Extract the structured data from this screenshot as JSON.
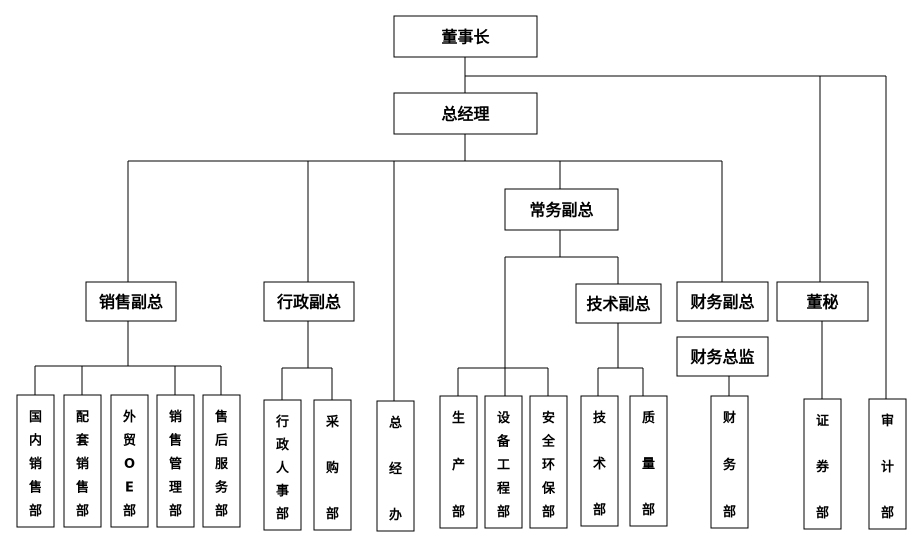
{
  "org_chart": {
    "nodes": {
      "chairman": "董事长",
      "gm": "总经理",
      "exec_vp": "常务副总",
      "sales_vp": "销售副总",
      "admin_vp": "行政副总",
      "tech_vp": "技术副总",
      "finance_vp": "财务副总",
      "board_secretary": "董秘",
      "finance_director": "财务总监",
      "domestic_sales": "国内销售部",
      "parts_sales": "配套销售部",
      "foreign_trade_oe": "外贸OE部",
      "sales_management": "销售管理部",
      "after_sales": "售后服务部",
      "admin_hr": "行政人事部",
      "procurement": "采购部",
      "general_office": "总经办",
      "production": "生产部",
      "equipment_engineering": "设备工程部",
      "safety_env": "安全环保部",
      "technology": "技术部",
      "quality": "质量部",
      "finance_dept": "财务部",
      "securities": "证券部",
      "audit": "审计部"
    }
  }
}
